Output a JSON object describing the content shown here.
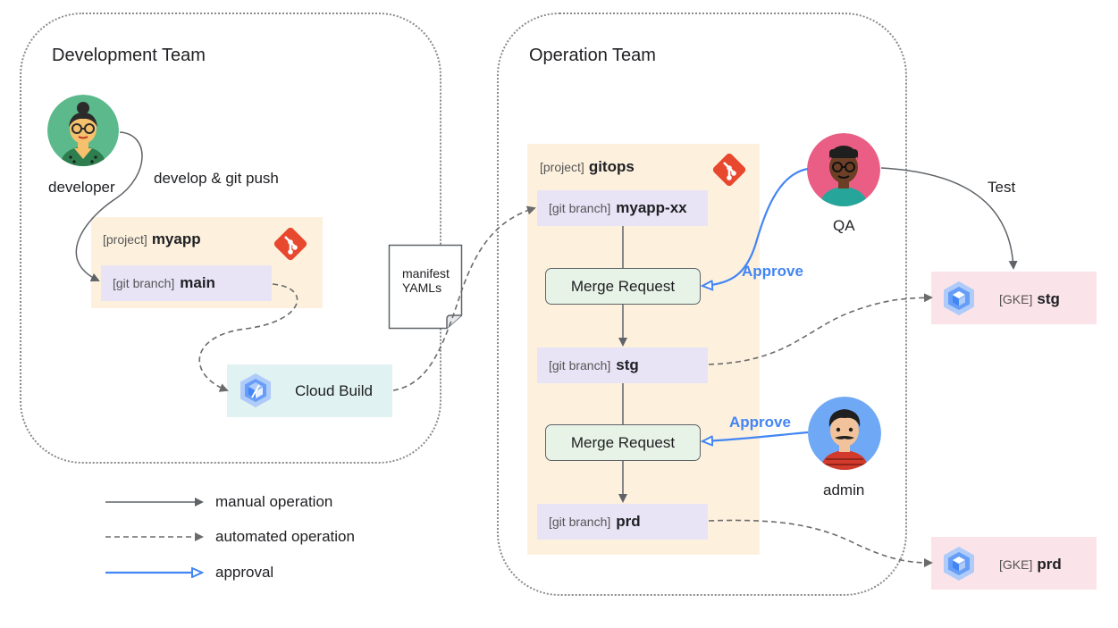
{
  "dev_team": {
    "title": "Development Team"
  },
  "ops_team": {
    "title": "Operation Team"
  },
  "developer": {
    "label": "developer",
    "action": "develop & git push"
  },
  "myapp_project": {
    "prefix": "[project]",
    "name": "myapp"
  },
  "main_branch": {
    "prefix": "[git branch]",
    "name": "main"
  },
  "cloud_build": {
    "label": "Cloud Build"
  },
  "manifest_doc": {
    "line1": "manifest",
    "line2": "YAMLs"
  },
  "gitops_project": {
    "prefix": "[project]",
    "name": "gitops"
  },
  "branches": {
    "myapp_xx": {
      "prefix": "[git branch]",
      "name": "myapp-xx"
    },
    "stg": {
      "prefix": "[git branch]",
      "name": "stg"
    },
    "prd": {
      "prefix": "[git branch]",
      "name": "prd"
    }
  },
  "merge_requests": {
    "first": "Merge Request",
    "second": "Merge Request"
  },
  "qa": {
    "label": "QA",
    "approve": "Approve",
    "test": "Test"
  },
  "admin": {
    "label": "admin",
    "approve": "Approve"
  },
  "gke": {
    "stg": {
      "prefix": "[GKE]",
      "name": "stg"
    },
    "prd": {
      "prefix": "[GKE]",
      "name": "prd"
    }
  },
  "legend": {
    "manual": "manual operation",
    "automated": "automated operation",
    "approval": "approval"
  },
  "colors": {
    "approval_blue": "#4285f4",
    "project_bg": "#fdf1de",
    "branch_bg": "#e8e4f6",
    "merge_bg": "#e8f3e7",
    "gke_bg": "#fbe3ea",
    "cloud_build_bg": "#e0f2f1",
    "git_logo": "#e8482e"
  },
  "icons": {
    "git": "git-logo-icon",
    "gke": "gke-cube-icon",
    "cloud_build": "cloud-build-icon",
    "document": "document-icon"
  }
}
